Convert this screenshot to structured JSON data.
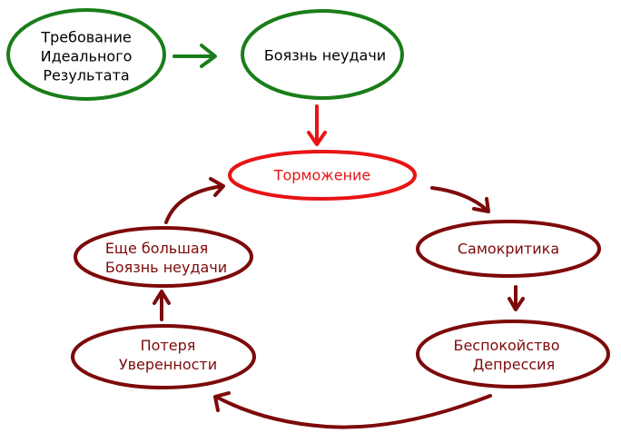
{
  "colors": {
    "green": "#1a7d1a",
    "red": "#e81414",
    "darkred": "#7d0a0a",
    "text": "#000000"
  },
  "nodes": {
    "ideal": {
      "lines": [
        "Требование",
        "Идеального",
        "Результата"
      ]
    },
    "fear": {
      "text": "Боязнь неудачи"
    },
    "inhibition": {
      "text": "Торможение"
    },
    "selfcrit": {
      "text": "Самокритика"
    },
    "anxiety": {
      "lines": [
        "Беспокойство",
        "Депрессия"
      ]
    },
    "confidence": {
      "lines": [
        "Потеря",
        "Уверенности"
      ]
    },
    "morefear": {
      "lines": [
        "Еще большая",
        "Боязнь неудачи"
      ]
    }
  }
}
